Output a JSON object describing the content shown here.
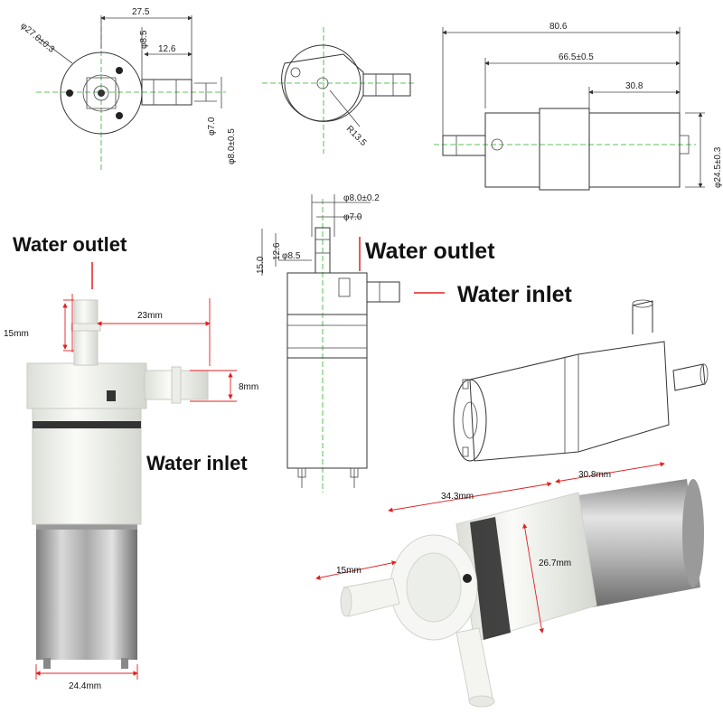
{
  "labels": {
    "water_outlet_left": "Water outlet",
    "water_inlet_left": "Water inlet",
    "water_outlet_mid": "Water outlet",
    "water_inlet_mid": "Water inlet"
  },
  "dims_top": {
    "d27": "27.5",
    "d27dia": "φ27.0±0.3",
    "d8_5": "φ8.5",
    "d12_6": "12.6",
    "d7": "φ7.0",
    "d8": "φ8.0±0.5",
    "r13": "R13.5",
    "d80": "80.6",
    "d66": "66.5±0.5",
    "d30": "30.8",
    "d24": "φ24.5±0.3"
  },
  "dims_mid": {
    "d8_0": "φ8.0±0.2",
    "d7_0": "φ7.0",
    "d15": "15.0",
    "d12_6": "12.6",
    "d8_5": "φ8.5"
  },
  "dims_left": {
    "h15": "15mm",
    "w23": "23mm",
    "w8": "8mm",
    "w24": "24.4mm"
  },
  "dims_right": {
    "l34": "34.3mm",
    "l30": "30.8mm",
    "l15": "15mm",
    "l26": "26.7mm"
  },
  "colors": {
    "dimension_red": "#e02020",
    "center_green": "#2bb02b",
    "pump_white": "#f4f6f2",
    "motor_metal": "#b8b8b8"
  }
}
